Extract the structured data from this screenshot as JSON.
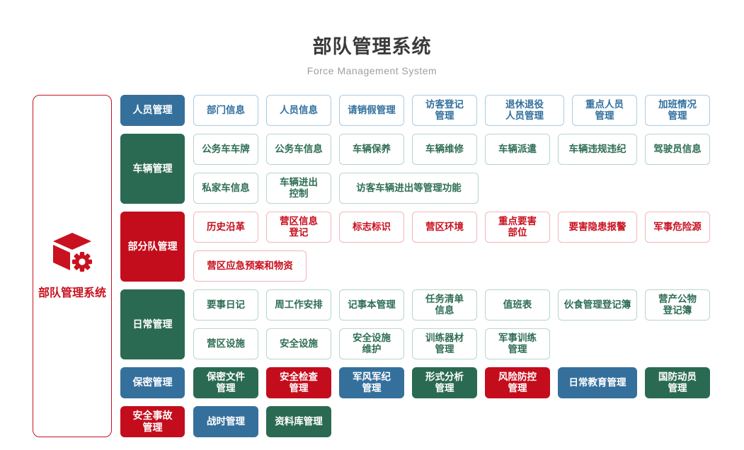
{
  "header": {
    "title": "部队管理系统",
    "subtitle": "Force Management System"
  },
  "sidebar": {
    "label": "部队管理系统",
    "icon": "cube-gear-icon"
  },
  "palette": {
    "blue": "#35709d",
    "green": "#2b6a52",
    "red": "#c40d1c",
    "accent": "#c8121f",
    "blue_light": "#aacbe1",
    "green_light": "#b7d6ca",
    "red_light": "#f1b6ba",
    "blue_text": "#31709e",
    "green_text": "#2f6e55",
    "red_text": "#c8101e",
    "title_color": "#3a3a3a",
    "subtitle_color": "#9e9e9e"
  },
  "groups": [
    {
      "category": {
        "label": "人员管理",
        "color": "blue"
      },
      "style": "outline",
      "lines": [
        [
          {
            "label": "部门信息"
          },
          {
            "label": "人员信息"
          },
          {
            "label": "请销假管理"
          },
          {
            "label": "访客登记\n管理"
          },
          {
            "label": "退休退役\n人员管理",
            "width": "wide"
          },
          {
            "label": "重点人员\n管理"
          },
          {
            "label": "加班情况\n管理"
          }
        ]
      ]
    },
    {
      "category": {
        "label": "车辆管理",
        "color": "green"
      },
      "style": "outline",
      "lines": [
        [
          {
            "label": "公务车车牌"
          },
          {
            "label": "公务车信息"
          },
          {
            "label": "车辆保养"
          },
          {
            "label": "车辆维修"
          },
          {
            "label": "车辆派遣"
          },
          {
            "label": "车辆违规违纪",
            "width": "wide"
          },
          {
            "label": "驾驶员信息"
          }
        ],
        [
          {
            "label": "私家车信息"
          },
          {
            "label": "车辆进出\n控制"
          },
          {
            "label": "访客车辆进出等管理功能",
            "width": "x197"
          }
        ]
      ]
    },
    {
      "category": {
        "label": "部分队管理",
        "color": "red"
      },
      "style": "outline",
      "lines": [
        [
          {
            "label": "历史沿革"
          },
          {
            "label": "营区信息\n登记"
          },
          {
            "label": "标志标识"
          },
          {
            "label": "营区环境"
          },
          {
            "label": "重点要害\n部位"
          },
          {
            "label": "要害隐患报警",
            "width": "wide"
          },
          {
            "label": "军事危险源"
          }
        ],
        [
          {
            "label": "营区应急预案和物资",
            "width": "x160"
          }
        ]
      ]
    },
    {
      "category": {
        "label": "日常管理",
        "color": "green"
      },
      "style": "outline",
      "lines": [
        [
          {
            "label": "要事日记"
          },
          {
            "label": "周工作安排"
          },
          {
            "label": "记事本管理"
          },
          {
            "label": "任务清单\n信息"
          },
          {
            "label": "值班表"
          },
          {
            "label": "伙食管理登记簿",
            "width": "wide"
          },
          {
            "label": "营产公物\n登记簿"
          }
        ],
        [
          {
            "label": "营区设施"
          },
          {
            "label": "安全设施"
          },
          {
            "label": "安全设施\n维护"
          },
          {
            "label": "训练器材\n管理"
          },
          {
            "label": "军事训练\n管理"
          }
        ]
      ]
    },
    {
      "category": {
        "label": "保密管理",
        "color": "blue"
      },
      "style": "solid",
      "lines": [
        [
          {
            "label": "保密文件\n管理",
            "color": "green"
          },
          {
            "label": "安全检查\n管理",
            "color": "red"
          },
          {
            "label": "军风军纪\n管理",
            "color": "blue"
          },
          {
            "label": "形式分析\n管理",
            "color": "green"
          },
          {
            "label": "风险防控\n管理",
            "color": "red"
          },
          {
            "label": "日常教育管理",
            "color": "blue",
            "width": "wide"
          },
          {
            "label": "国防动员\n管理",
            "color": "green"
          }
        ]
      ]
    },
    {
      "category": {
        "label": "安全事故\n管理",
        "color": "red"
      },
      "style": "solid",
      "lines": [
        [
          {
            "label": "战时管理",
            "color": "blue"
          },
          {
            "label": "资料库管理",
            "color": "green"
          }
        ]
      ]
    }
  ]
}
